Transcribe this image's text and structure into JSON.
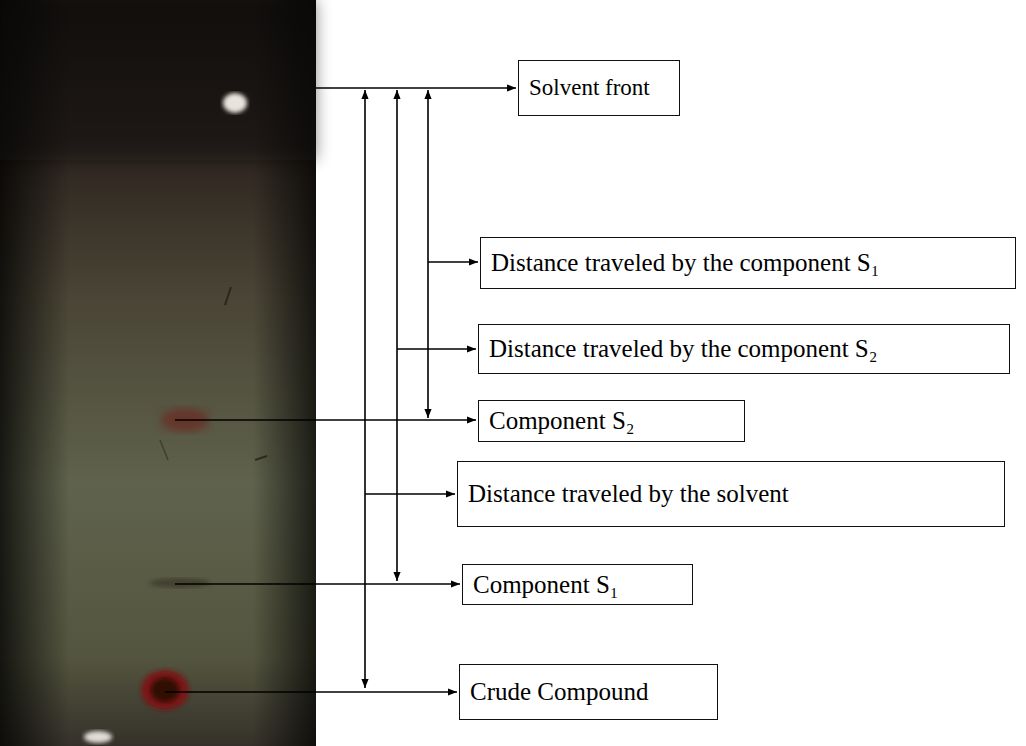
{
  "diagram": {
    "nodes": [
      {
        "text": [
          "Solvent front"
        ]
      },
      {
        "text": [
          "Distance traveled by the component S₁"
        ]
      },
      {
        "text": [
          "Distance traveled by the component S₂"
        ]
      },
      {
        "text": [
          "Component S₂"
        ]
      },
      {
        "text": [
          "Distance traveled by the solvent"
        ]
      },
      {
        "text": [
          "Component S₁"
        ]
      },
      {
        "text": [
          "Crude Compound"
        ]
      }
    ]
  }
}
